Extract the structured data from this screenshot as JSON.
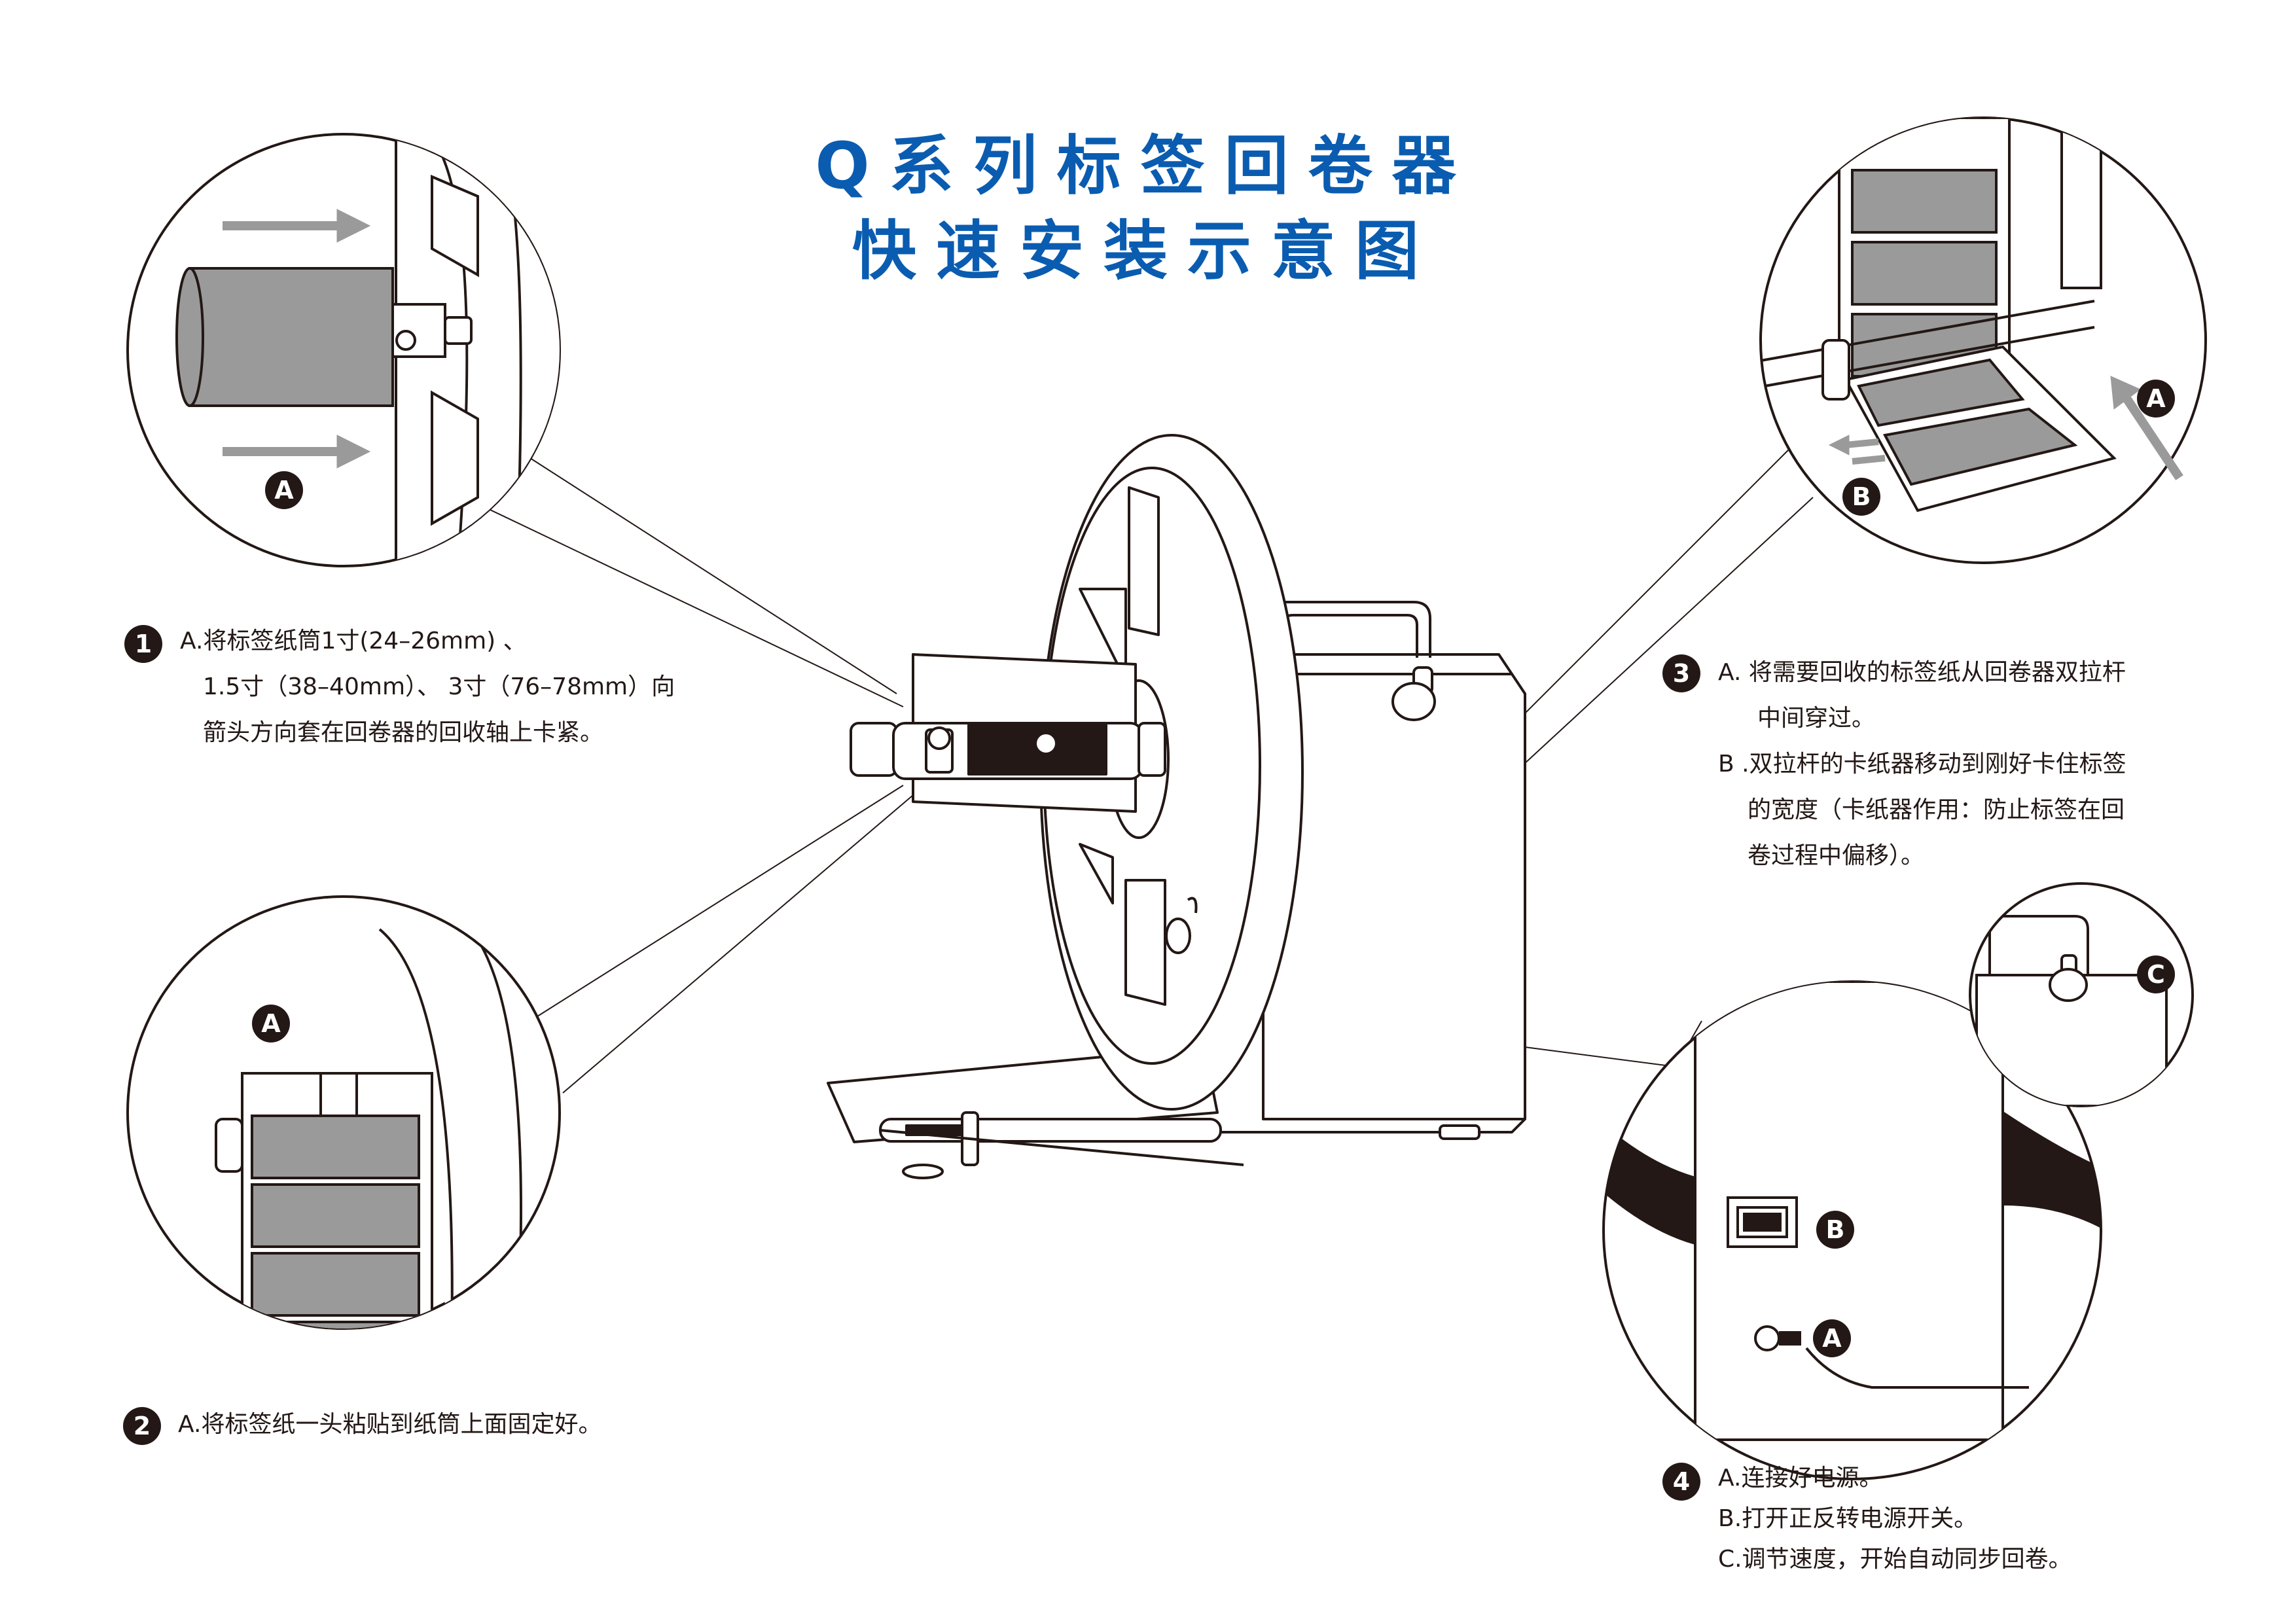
{
  "title": {
    "line1": "Q系列标签回卷器",
    "line2": "快速安装示意图"
  },
  "accent_color": "#0a5cb0",
  "steps": [
    {
      "num": "1",
      "lines": [
        "A.将标签纸筒1寸(24–26mm) 、",
        "1.5寸（38–40mm）、 3寸（76–78mm）向",
        "箭头方向套在回卷器的回收轴上卡紧。"
      ]
    },
    {
      "num": "2",
      "lines": [
        "A.将标签纸一头粘贴到纸筒上面固定好。"
      ]
    },
    {
      "num": "3",
      "lines": [
        "A. 将需要回收的标签纸从回卷器双拉杆",
        "中间穿过。",
        "B .双拉杆的卡纸器移动到刚好卡住标签",
        "的宽度（卡纸器作用：防止标签在回",
        "卷过程中偏移）。"
      ]
    },
    {
      "num": "4",
      "lines": [
        "A.连接好电源。",
        "B.打开正反转电源开关。",
        "C.调节速度，开始自动同步回卷。"
      ]
    }
  ],
  "callouts": {
    "a": "A",
    "b": "B",
    "c": "C"
  }
}
